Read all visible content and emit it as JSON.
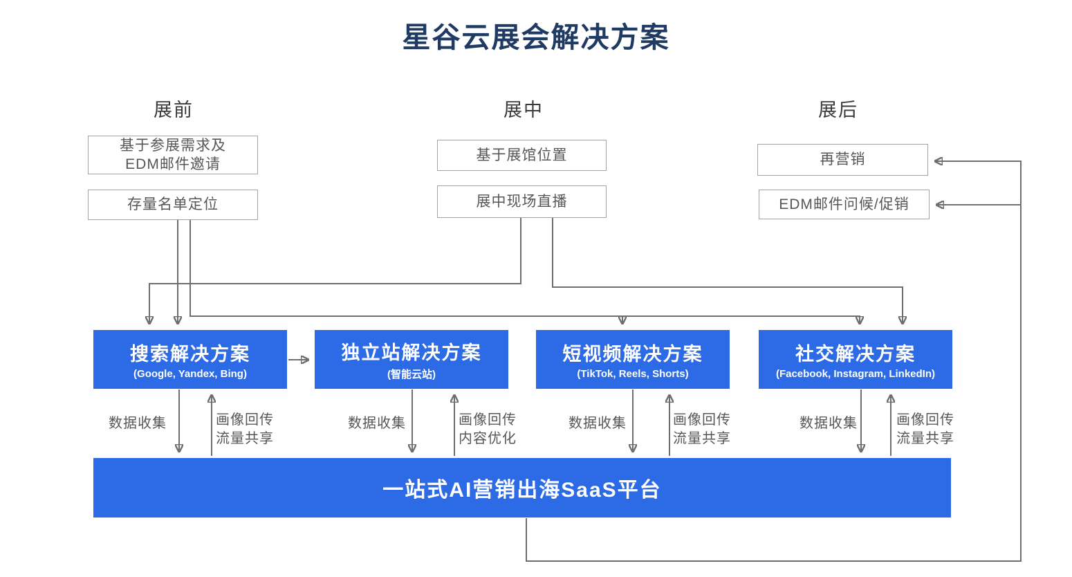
{
  "title": "星谷云展会解决方案",
  "colors": {
    "accent_blue": "#2D6BE6",
    "title_navy": "#1F3A63",
    "connector_gray": "#6E6E6E",
    "box_border_gray": "#A3A3A3",
    "box_text_gray": "#565656"
  },
  "phases": {
    "pre": {
      "header": "展前",
      "box1": "基于参展需求及\nEDM邮件邀请",
      "box2": "存量名单定位"
    },
    "during": {
      "header": "展中",
      "box1": "基于展馆位置",
      "box2": "展中现场直播"
    },
    "post": {
      "header": "展后",
      "box1": "再营销",
      "box2": "EDM邮件问候/促销"
    }
  },
  "solutions": {
    "search": {
      "title": "搜索解决方案",
      "subtitle": "(Google, Yandex, Bing)"
    },
    "website": {
      "title": "独立站解决方案",
      "subtitle": "(智能云站)"
    },
    "video": {
      "title": "短视频解决方案",
      "subtitle": "(TikTok, Reels, Shorts)"
    },
    "social": {
      "title": "社交解决方案",
      "subtitle": "(Facebook, Instagram, LinkedIn)"
    }
  },
  "flows": {
    "search": {
      "down": "数据收集",
      "up": "画像回传\n流量共享"
    },
    "website": {
      "down": "数据收集",
      "up": "画像回传\n内容优化"
    },
    "video": {
      "down": "数据收集",
      "up": "画像回传\n流量共享"
    },
    "social": {
      "down": "数据收集",
      "up": "画像回传\n流量共享"
    }
  },
  "platform": {
    "label": "一站式AI营销出海SaaS平台"
  }
}
